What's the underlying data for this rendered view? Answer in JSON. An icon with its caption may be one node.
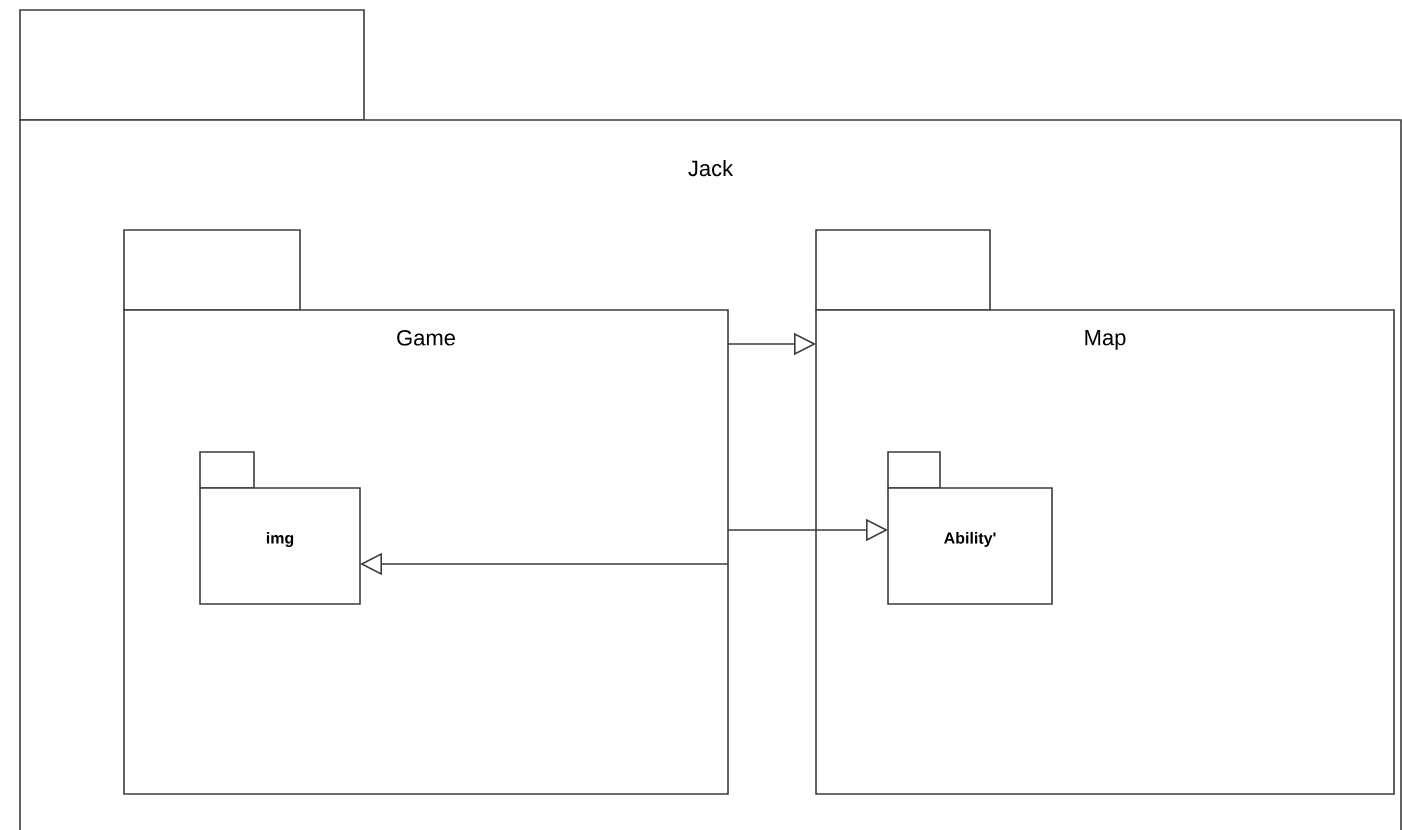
{
  "diagram": {
    "nodes": [
      {
        "text": [
          "Jack"
        ]
      },
      {
        "text": [
          "Game"
        ],
        "in": 0
      },
      {
        "text": [
          "img"
        ],
        "in": 1
      },
      {
        "text": [
          "Map"
        ],
        "in": 0
      },
      {
        "text": [
          "Ability'"
        ],
        "in": 3
      }
    ],
    "edges": [
      {
        "from": 1,
        "to": 3,
        "arrow": "to"
      },
      {
        "from": 1,
        "to": 4,
        "arrow": "to"
      },
      {
        "from": 1,
        "to": 2,
        "arrow": "to"
      }
    ]
  }
}
